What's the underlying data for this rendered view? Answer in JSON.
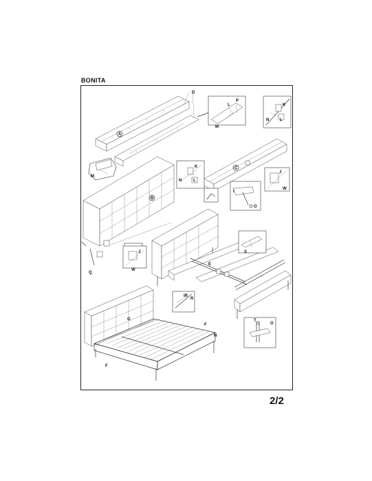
{
  "sheet": {
    "title": "BONITA",
    "page_number": "2/2"
  },
  "part_labels": {
    "A": "A",
    "B": "B",
    "C": "C",
    "D": "D",
    "E": "E",
    "F1": "F",
    "F2": "F",
    "G": "G",
    "H": "H",
    "I": "I",
    "IR": "IR",
    "J1": "J",
    "J2": "J",
    "K1": "K",
    "K2": "K",
    "L1": "L",
    "L2": "L",
    "L3": "L",
    "M1": "M",
    "M2": "M",
    "N1": "N",
    "N2": "N",
    "O1": "O",
    "O2": "O",
    "P": "P",
    "Q": "Q",
    "R": "R",
    "S": "S",
    "T": "T",
    "W1": "W",
    "W2": "W"
  }
}
